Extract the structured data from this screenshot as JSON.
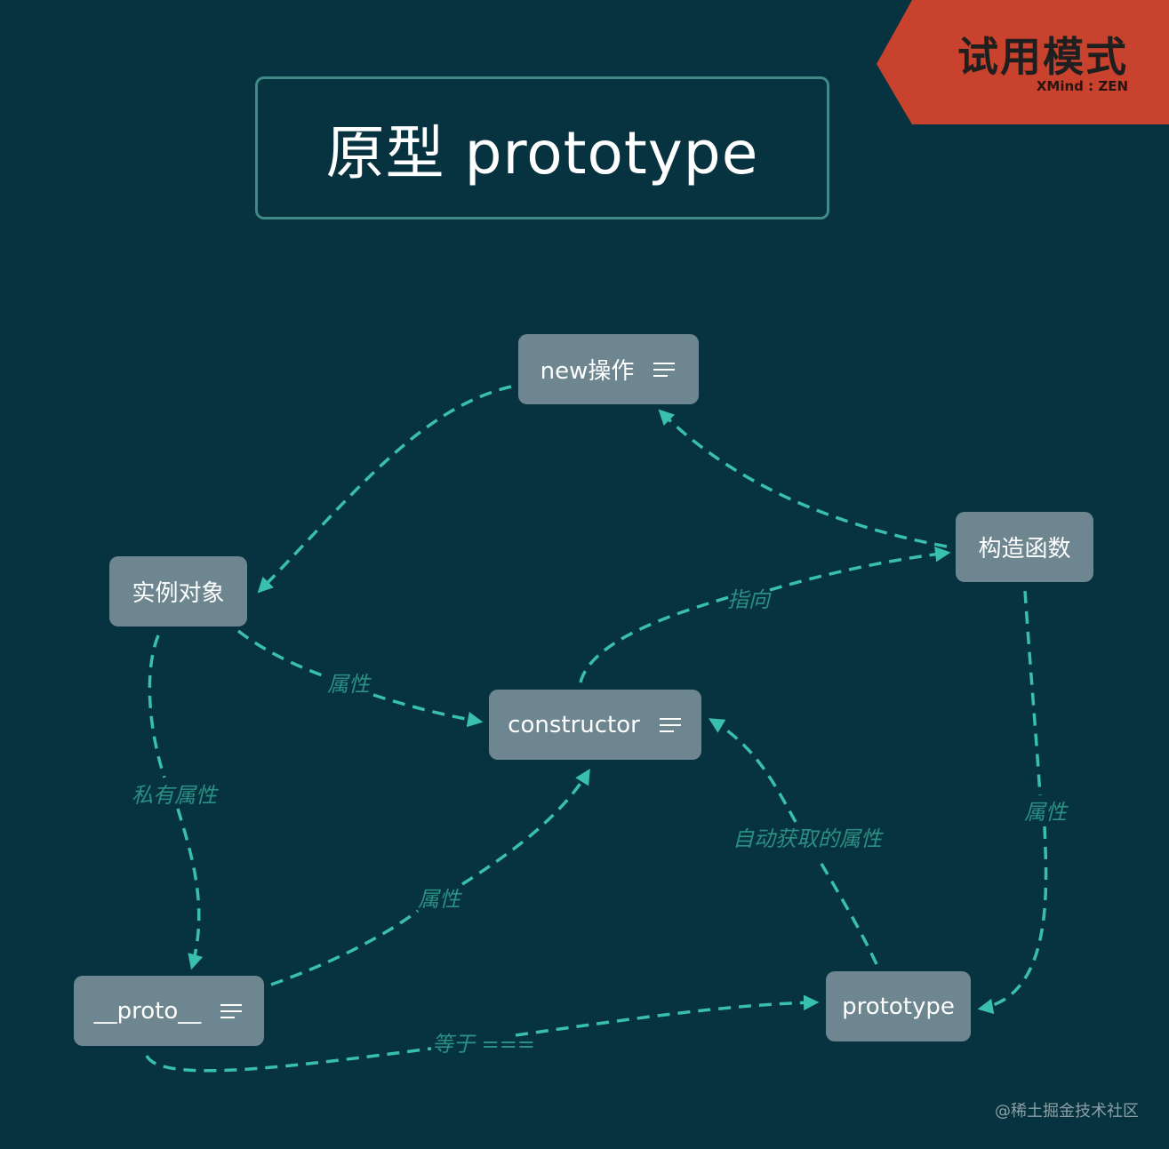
{
  "title": "原型 prototype",
  "badge": {
    "main": "试用模式",
    "brand": "XMind : ZEN"
  },
  "nodes": {
    "new_op": "new操作",
    "instance": "实例对象",
    "constructor_fn": "构造函数",
    "constructor_prop": "constructor",
    "proto": "__proto__",
    "prototype": "prototype"
  },
  "links": {
    "points_to": "指向",
    "attr_a": "属性",
    "private_attr": "私有属性",
    "attr_b": "属性",
    "auto_attr": "自动获取的属性",
    "attr_c": "属性",
    "equals": "等于 ==="
  },
  "watermark": "@稀土掘金技术社区",
  "colors": {
    "background": "#06333f",
    "node": "#6d8690",
    "link": "#38bfae",
    "badge": "#c8422d"
  }
}
